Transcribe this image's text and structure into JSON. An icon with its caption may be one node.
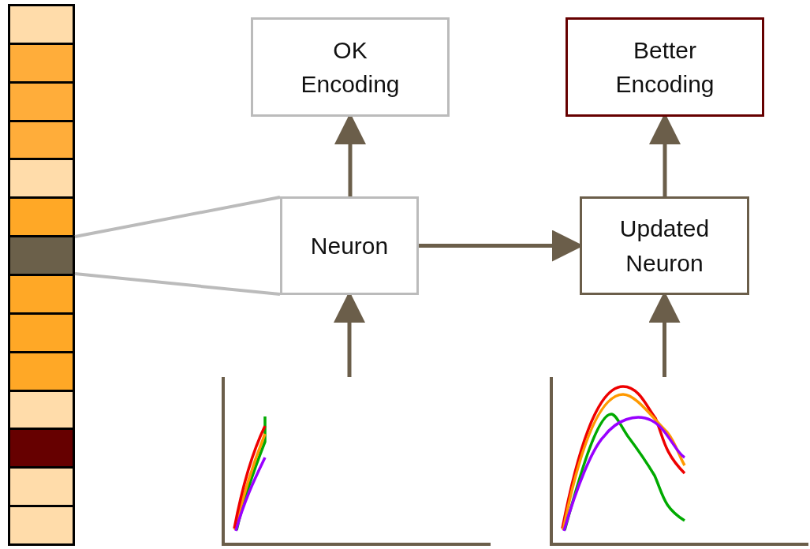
{
  "diagram": {
    "nodes": [
      {
        "text": [
          "OK Encoding"
        ]
      },
      {
        "text": [
          "Better Encoding"
        ]
      },
      {
        "text": [
          "Neuron"
        ]
      },
      {
        "text": [
          "Updated Neuron"
        ]
      },
      {
        "text": [],
        "shape": "picture"
      },
      {
        "text": [],
        "shape": "picture"
      },
      {
        "text": [],
        "shape": "box"
      }
    ],
    "edges": [
      {
        "from": 2,
        "to": 0,
        "arrow": "to"
      },
      {
        "from": 3,
        "to": 1,
        "arrow": "to"
      },
      {
        "from": 2,
        "to": 3,
        "arrow": "to"
      },
      {
        "from": 4,
        "to": 2,
        "arrow": "to"
      },
      {
        "from": 5,
        "to": 3,
        "arrow": "to"
      },
      {
        "from": 6,
        "to": 2,
        "arrow": "none",
        "color": "#bbbbbb"
      },
      {
        "from": 6,
        "to": 2,
        "arrow": "none",
        "color": "#bbbbbb"
      }
    ]
  }
}
